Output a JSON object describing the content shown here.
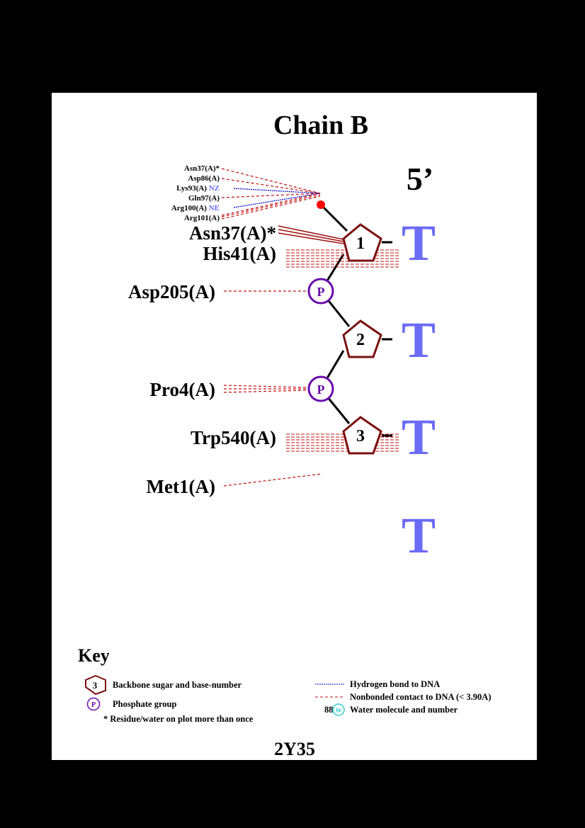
{
  "title": "Chain B",
  "five_prime": "5’",
  "small_contacts": [
    {
      "res": "Asn37(A)*",
      "atom": "",
      "type": "nonbonded"
    },
    {
      "res": "Asp86(A)",
      "atom": "",
      "type": "nonbonded"
    },
    {
      "res": "Lys93(A)",
      "atom": "NZ",
      "type": "hbond"
    },
    {
      "res": "Gln97(A)",
      "atom": "",
      "type": "nonbonded"
    },
    {
      "res": "Arg100(A)",
      "atom": "NE",
      "type": "hbond"
    },
    {
      "res": "Arg101(A)",
      "atom": "",
      "type": "nonbonded"
    }
  ],
  "residues": [
    {
      "label": "Asn37(A)*"
    },
    {
      "label": "His41(A)"
    },
    {
      "label": "Asp205(A)"
    },
    {
      "label": "Pro4(A)"
    },
    {
      "label": "Trp540(A)"
    },
    {
      "label": "Met1(A)"
    }
  ],
  "sugars": [
    "1",
    "2",
    "3"
  ],
  "phosphate_label": "P",
  "bases": [
    "T",
    "T",
    "T",
    "T"
  ],
  "key": {
    "title": "Key",
    "sugar_example": "3",
    "sugar_text": "Backbone sugar and base-number",
    "phosphate_example": "P",
    "phosphate_text": "Phosphate group",
    "star_text": "* Residue/water on plot more than once",
    "hbond_text": "Hydrogen bond to DNA",
    "nonbonded_text": "Nonbonded contact to DNA (< 3.90A)",
    "water_number": "88",
    "water_symbol": "W",
    "water_text": "Water molecule and number"
  },
  "pdb_id": "2Y35",
  "colors": {
    "sugar": "#7b1010",
    "phosphate": "#6a0dad",
    "base": "#6b6bf5",
    "nonbonded": "#c01010",
    "hbond": "#0000cc",
    "atom": "#6b6bf5",
    "water": "#33cccc",
    "terminus": "#ff0000"
  }
}
